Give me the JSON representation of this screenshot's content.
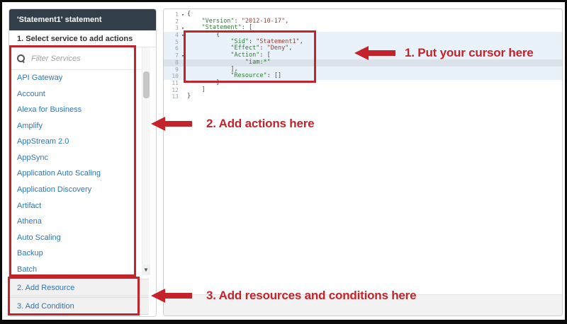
{
  "sidebar": {
    "header": "'Statement1' statement",
    "section1_label": "1. Select service to add actions",
    "filter_placeholder": "Filter Services",
    "services": [
      "API Gateway",
      "Account",
      "Alexa for Business",
      "Amplify",
      "AppStream 2.0",
      "AppSync",
      "Application Auto Scaling",
      "Application Discovery",
      "Artifact",
      "Athena",
      "Auto Scaling",
      "Backup",
      "Batch"
    ],
    "add_resource_label": "2. Add Resource",
    "add_condition_label": "3. Add Condition",
    "scroll_down_glyph": "▼"
  },
  "editor": {
    "lines": [
      {
        "n": "1",
        "fold": true,
        "sel": false,
        "active": false,
        "ind": 0,
        "toks": [
          [
            "p",
            "{"
          ]
        ]
      },
      {
        "n": "2",
        "fold": false,
        "sel": false,
        "active": false,
        "ind": 4,
        "toks": [
          [
            "k",
            "\"Version\""
          ],
          [
            "p",
            ": "
          ],
          [
            "s",
            "\"2012-10-17\""
          ],
          [
            "p",
            ","
          ]
        ]
      },
      {
        "n": "3",
        "fold": true,
        "sel": false,
        "active": false,
        "ind": 4,
        "toks": [
          [
            "k",
            "\"Statement\""
          ],
          [
            "p",
            ": ["
          ]
        ]
      },
      {
        "n": "4",
        "fold": true,
        "sel": true,
        "active": false,
        "ind": 8,
        "toks": [
          [
            "p",
            "{"
          ]
        ]
      },
      {
        "n": "5",
        "fold": false,
        "sel": true,
        "active": false,
        "ind": 12,
        "toks": [
          [
            "k",
            "\"Sid\""
          ],
          [
            "p",
            ": "
          ],
          [
            "s",
            "\"Statement1\""
          ],
          [
            "p",
            ","
          ]
        ]
      },
      {
        "n": "6",
        "fold": false,
        "sel": true,
        "active": false,
        "ind": 12,
        "toks": [
          [
            "k",
            "\"Effect\""
          ],
          [
            "p",
            ": "
          ],
          [
            "s",
            "\"Deny\""
          ],
          [
            "p",
            ","
          ]
        ]
      },
      {
        "n": "7",
        "fold": true,
        "sel": true,
        "active": false,
        "ind": 12,
        "toks": [
          [
            "k",
            "\"Action\""
          ],
          [
            "p",
            ": ["
          ]
        ]
      },
      {
        "n": "8",
        "fold": false,
        "sel": true,
        "active": true,
        "ind": 16,
        "toks": [
          [
            "k",
            "\"iam:*\""
          ]
        ]
      },
      {
        "n": "9",
        "fold": false,
        "sel": true,
        "active": false,
        "ind": 12,
        "toks": [
          [
            "p",
            "],"
          ]
        ]
      },
      {
        "n": "10",
        "fold": false,
        "sel": true,
        "active": false,
        "ind": 12,
        "toks": [
          [
            "k",
            "\"Resource\""
          ],
          [
            "p",
            ": []"
          ]
        ]
      },
      {
        "n": "11",
        "fold": false,
        "sel": false,
        "active": false,
        "ind": 8,
        "toks": [
          [
            "p",
            "}"
          ]
        ]
      },
      {
        "n": "12",
        "fold": false,
        "sel": false,
        "active": false,
        "ind": 4,
        "toks": [
          [
            "p",
            "]"
          ]
        ]
      },
      {
        "n": "13",
        "fold": false,
        "sel": false,
        "active": false,
        "ind": 0,
        "toks": [
          [
            "p",
            "}"
          ]
        ]
      }
    ],
    "fold_glyph": "▾"
  },
  "annotations": {
    "cursor_label": "1. Put your cursor here",
    "actions_label": "2. Add actions here",
    "resources_label": "3. Add resources and conditions here"
  },
  "colors": {
    "accent": "#c4232b",
    "headerBg": "#323f4b",
    "link": "#2e77b8",
    "selBg": "#e9f1f9",
    "activeBg": "#dce2e9",
    "keyColor": "#2e7d32",
    "strColor": "#94413a",
    "punctColor": "#4a4a4a",
    "gutterColor": "#9aa3ab"
  }
}
